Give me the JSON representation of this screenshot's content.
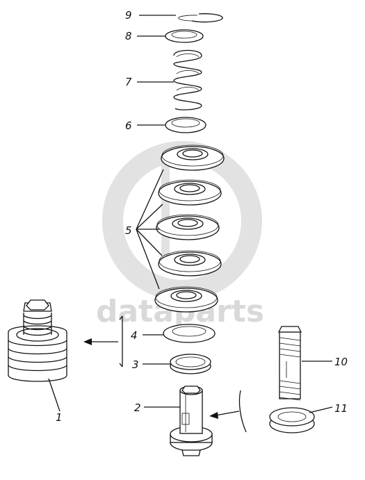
{
  "watermark": {
    "text": "dataparts",
    "color": "#d9d9d9"
  },
  "callouts": {
    "c1": "1",
    "c2": "2",
    "c3": "3",
    "c4": "4",
    "c5": "5",
    "c6": "6",
    "c7": "7",
    "c8": "8",
    "c9": "9",
    "c10": "10",
    "c11": "11"
  },
  "colors": {
    "ink": "#111111",
    "background": "#ffffff"
  }
}
